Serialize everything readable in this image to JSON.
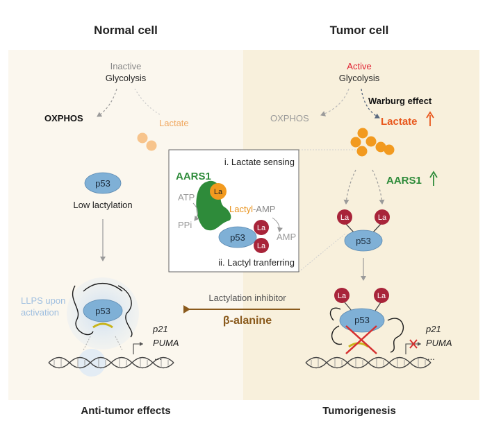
{
  "headers": {
    "left": "Normal cell",
    "right": "Tumor cell"
  },
  "normal": {
    "glycolysis_state": "Inactive",
    "glycolysis": "Glycolysis",
    "oxphos": "OXPHOS",
    "lactate": "Lactate",
    "p53": "p53",
    "low_lactylation": "Low lactylation",
    "llps_line1": "LLPS upon",
    "llps_line2": "activation",
    "gene1": "p21",
    "gene2": "PUMA",
    "ellipsis": "...",
    "footer": "Anti-tumor effects"
  },
  "tumor": {
    "glycolysis_state": "Active",
    "glycolysis": "Glycolysis",
    "warburg": "Warburg effect",
    "oxphos": "OXPHOS",
    "lactate": "Lactate",
    "aars1": "AARS1",
    "p53": "p53",
    "la": "La",
    "gene1": "p21",
    "gene2": "PUMA",
    "ellipsis": "...",
    "footer": "Tumorigenesis"
  },
  "mechanism": {
    "title_sensing": "i. Lactate sensing",
    "aars1": "AARS1",
    "la": "La",
    "atp": "ATP",
    "ppi": "PPi",
    "lactyl": "Lactyl",
    "amp_suffix": "-AMP",
    "amp": "AMP",
    "p53": "p53",
    "title_transfer": "ii. Lactyl tranferring"
  },
  "inhibitor": {
    "label": "Lactylation inhibitor",
    "name": "β-alanine"
  },
  "colors": {
    "lactate_orange": "#f29a1f",
    "lactate_text": "#e8571c",
    "active_red": "#e02030",
    "aars1_green": "#2e8b3a",
    "p53_blue": "#7fb0d6",
    "la_red": "#a8243a",
    "inhibitor_brown": "#8a5a1c",
    "llps_blue": "#a9c6e6",
    "bg_left": "#fbf7ee",
    "bg_right": "#f8f0dc"
  }
}
